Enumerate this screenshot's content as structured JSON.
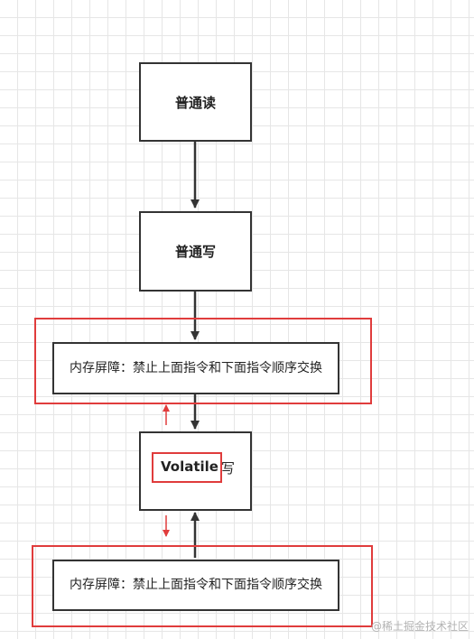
{
  "diagram": {
    "nodes": {
      "normal_read": "普通读",
      "normal_write": "普通写",
      "barrier_top": "内存屏障：禁止上面指令和下面指令顺序交换",
      "volatile_keyword": "Volatile",
      "volatile_suffix": "写",
      "barrier_bottom": "内存屏障：禁止上面指令和下面指令顺序交换"
    },
    "colors": {
      "border": "#333333",
      "highlight": "#e03c3c",
      "grid": "#e6e6e6"
    }
  },
  "watermark": "@稀土掘金技术社区"
}
